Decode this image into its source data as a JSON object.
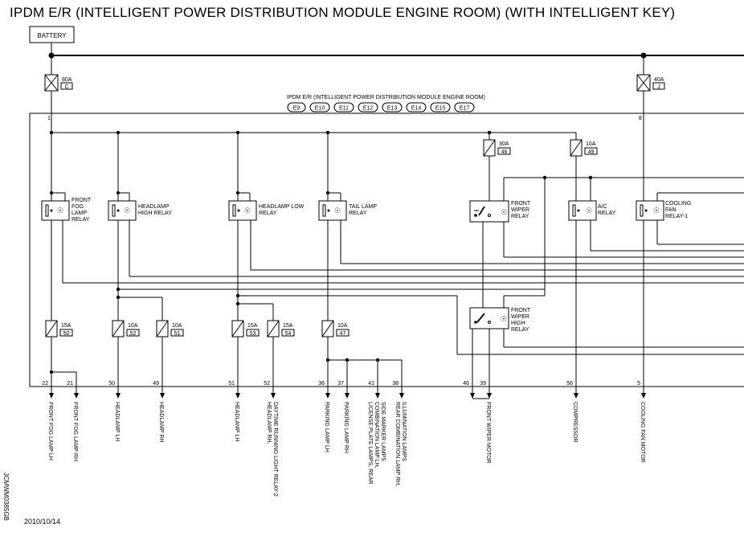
{
  "title": "IPDM E/R (INTELLIGENT POWER DISTRIBUTION MODULE ENGINE ROOM) (WITH INTELLIGENT KEY)",
  "battery": "BATTERY",
  "module_label": "IPDM E/R (INTELLIGENT POWER DISTRIBUTION MODULE ENGINE ROOM)",
  "connectors": [
    "E9",
    "E10",
    "E11",
    "E12",
    "E13",
    "E14",
    "E15",
    "E17"
  ],
  "main_fuses": [
    {
      "amps": "80A",
      "id": "C",
      "pin": "1"
    },
    {
      "amps": "40A",
      "id": "J",
      "pin": "8"
    }
  ],
  "relays": [
    {
      "line1": "FRONT",
      "line2": "FOG",
      "line3": "LAMP",
      "line4": "RELAY"
    },
    {
      "line1": "HEADLAMP",
      "line2": "HIGH RELAY"
    },
    {
      "line1": "HEADLAMP LOW",
      "line2": "RELAY"
    },
    {
      "line1": "TAIL LAMP",
      "line2": "RELAY"
    },
    {
      "line1": "FRONT",
      "line2": "WIPER",
      "line3": "RELAY"
    },
    {
      "line1": "A/C",
      "line2": "RELAY"
    },
    {
      "line1": "COOLING",
      "line2": "FAN",
      "line3": "RELAY-1"
    },
    {
      "line1": "FRONT",
      "line2": "WIPER",
      "line3": "HIGH",
      "line4": "RELAY"
    }
  ],
  "fuses": [
    {
      "amps": "30A",
      "id": "46"
    },
    {
      "amps": "10A",
      "id": "49"
    },
    {
      "amps": "15A",
      "id": "50"
    },
    {
      "amps": "10A",
      "id": "52"
    },
    {
      "amps": "10A",
      "id": "51"
    },
    {
      "amps": "15A",
      "id": "53"
    },
    {
      "amps": "15A",
      "id": "54"
    },
    {
      "amps": "10A",
      "id": "47"
    }
  ],
  "outputs": [
    {
      "pin": "22",
      "label": "FRONT FOG LAMP LH"
    },
    {
      "pin": "21",
      "label": "FRONT FOG LAMP RH"
    },
    {
      "pin": "50",
      "label": "HEADLAMP LH"
    },
    {
      "pin": "49",
      "label": "HEADLAMP RH"
    },
    {
      "pin": "51",
      "label": "HEADLAMP LH"
    },
    {
      "pin": "52",
      "label": "HEADLAMP RH,",
      "label2": "DAYTIME RUNNING LIGHT RELAY-2"
    },
    {
      "pin": "36",
      "label": "PARKING LAMP LH"
    },
    {
      "pin": "37",
      "label": "PARKING LAMP RH"
    },
    {
      "pin": "41",
      "label": "LICENSE PLATE LAMPS, REAR",
      "label2": "COMBINATION LAMP LH,",
      "label3": "SIDE MARKER LAMPS"
    },
    {
      "pin": "38",
      "label": "REAR COMBINATION LAMP RH,",
      "label2": "ILLUMINATION LAMPS"
    },
    {
      "pin": "46",
      "label": ""
    },
    {
      "pin": "39",
      "label": "FRONT WIPER MOTOR"
    },
    {
      "pin": "56",
      "label": "COMPRESSOR"
    },
    {
      "pin": "5",
      "label": "COOLING FAN MOTOR"
    }
  ],
  "stamp": "2010/10/14",
  "doc_id": "JCMWM0385GB"
}
